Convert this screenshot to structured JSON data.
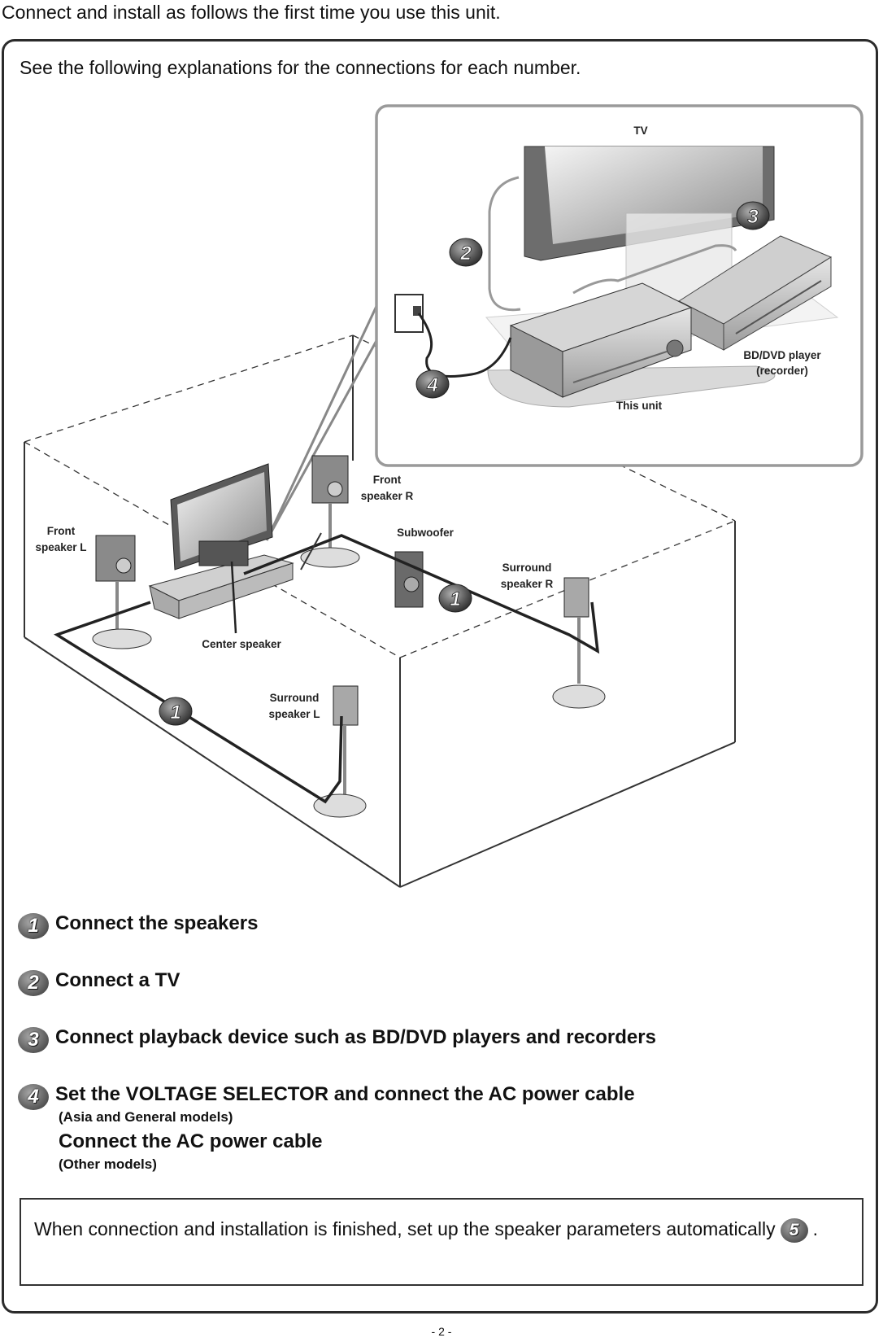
{
  "page": {
    "intro": "Connect and install as follows the first time you use this unit.",
    "sub_intro": "See the following explanations for the connections for each number.",
    "page_number": "- 2 -"
  },
  "illustration": {
    "labels": {
      "tv": "TV",
      "bd_dvd_1": "BD/DVD player",
      "bd_dvd_2": "(recorder)",
      "this_unit": "This unit",
      "front_r_1": "Front",
      "front_r_2": "speaker R",
      "front_l_1": "Front",
      "front_l_2": "speaker L",
      "subwoofer": "Subwoofer",
      "surround_r_1": "Surround",
      "surround_r_2": "speaker R",
      "center": "Center speaker",
      "surround_l_1": "Surround",
      "surround_l_2": "speaker L"
    },
    "badges": {
      "b1a": "1",
      "b1b": "1",
      "b2": "2",
      "b3": "3",
      "b4": "4"
    }
  },
  "steps": [
    {
      "number": "1",
      "title": "Connect the speakers"
    },
    {
      "number": "2",
      "title": "Connect a TV"
    },
    {
      "number": "3",
      "title": "Connect playback device such as BD/DVD players and recorders"
    },
    {
      "number": "4",
      "title": "Set the VOLTAGE SELECTOR and connect the AC power cable",
      "note": "(Asia and General models)",
      "title2": "Connect the AC power cable",
      "note2": "(Other models)"
    }
  ],
  "finish": {
    "text_before": "When connection and installation is finished, set up the speaker parameters automatically",
    "badge": "5",
    "text_after": "."
  },
  "colors": {
    "line": "#2b2b2b",
    "badge": "#666666",
    "device": "#bdbdbd"
  }
}
